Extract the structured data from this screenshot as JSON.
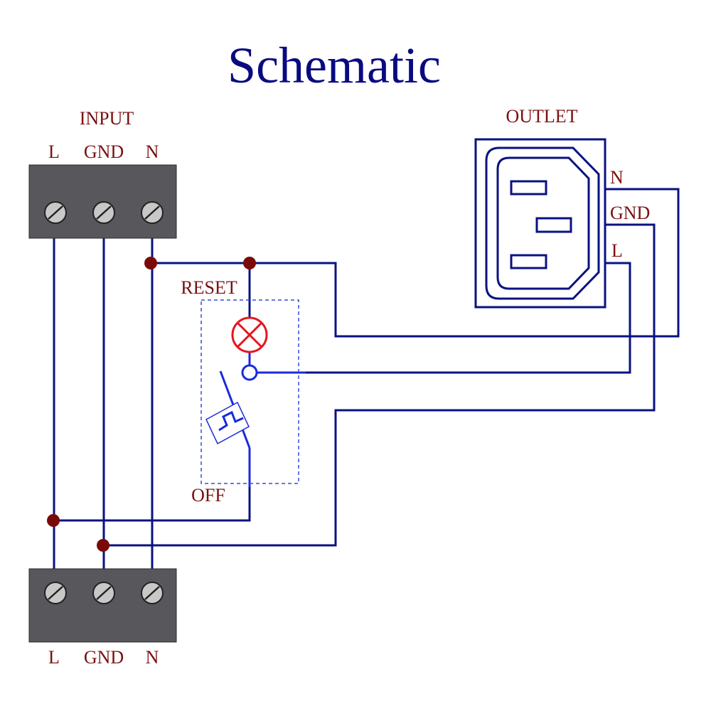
{
  "title": "Schematic",
  "input": {
    "label": "INPUT",
    "top_terminals": [
      "L",
      "GND",
      "N"
    ],
    "bottom_terminals": [
      "L",
      "GND",
      "N"
    ]
  },
  "outlet": {
    "label": "OUTLET",
    "pins": [
      "N",
      "GND",
      "L"
    ]
  },
  "breaker": {
    "reset_label": "RESET",
    "off_label": "OFF"
  },
  "colors": {
    "title": "#0a0a80",
    "label": "#7a1010",
    "wire": "#0a1280",
    "switch_wire": "#1a2adc",
    "junction": "#7a0a0a",
    "terminal_block": "#58585c",
    "lamp": "#e8141e",
    "dashed_box": "#3a4ad8"
  },
  "icons": {
    "screw": "screw-terminal-icon",
    "lamp": "indicator-lamp-icon",
    "thermal": "thermal-element-icon",
    "outlet": "iec-c14-socket-icon"
  }
}
